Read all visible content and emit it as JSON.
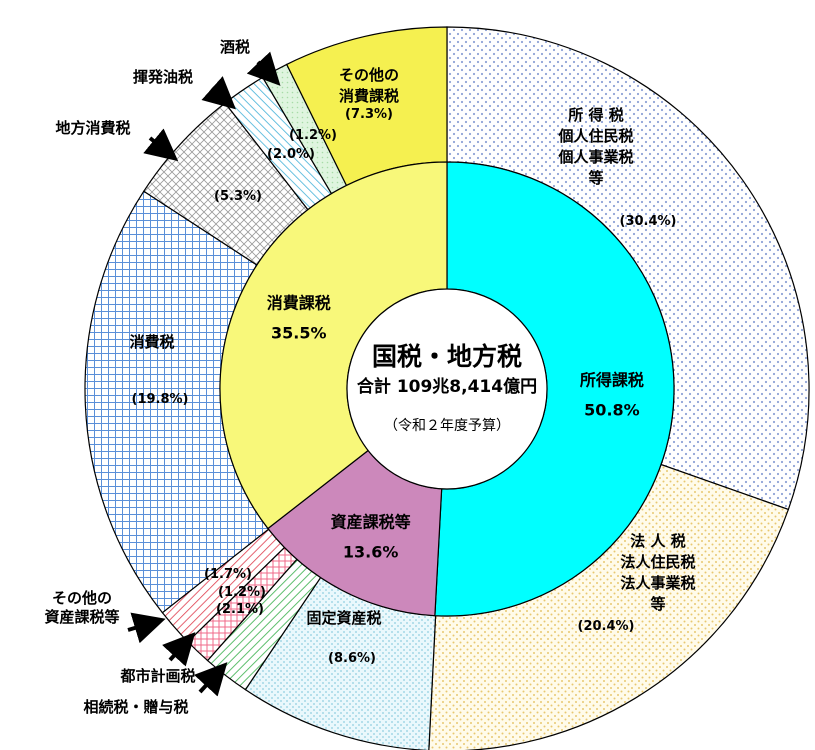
{
  "chart_data": {
    "type": "pie",
    "center": {
      "title": "国税・地方税",
      "total": "合計 109兆8,414億円",
      "note": "（令和２年度予算）"
    },
    "inner_ring": [
      {
        "name": "所得課税",
        "value": 50.8,
        "label": "50.8%",
        "color": "#00ffff"
      },
      {
        "name": "資産課税等",
        "value": 13.6,
        "label": "13.6%",
        "color": "#cc88bb"
      },
      {
        "name": "消費課税",
        "value": 35.5,
        "label": "35.5%",
        "color": "#f8f87a"
      }
    ],
    "outer_ring": [
      {
        "name": "所 得 税\n個人住民税\n個人事業税\n等",
        "value": 30.4,
        "label": "(30.4%)",
        "pattern": "dots-blue"
      },
      {
        "name": "法 人 税\n法人住民税\n法人事業税\n等",
        "value": 20.4,
        "label": "(20.4%)",
        "pattern": "dots-yellow"
      },
      {
        "name": "固定資産税",
        "value": 8.6,
        "label": "(8.6%)",
        "pattern": "dots-cyan"
      },
      {
        "name": "相続税・贈与税",
        "value": 2.1,
        "label": "(2.1%)",
        "pattern": "hatch-green"
      },
      {
        "name": "都市計画税",
        "value": 1.2,
        "label": "(1.2%)",
        "pattern": "grid-pink"
      },
      {
        "name": "その他の\n資産課税等",
        "value": 1.7,
        "label": "(1.7%)",
        "pattern": "hatch-red"
      },
      {
        "name": "消費税",
        "value": 19.8,
        "label": "(19.8%)",
        "pattern": "grid-blue"
      },
      {
        "name": "地方消費税",
        "value": 5.3,
        "label": "(5.3%)",
        "pattern": "cross-gray"
      },
      {
        "name": "揮発油税",
        "value": 2.0,
        "label": "(2.0%)",
        "pattern": "hatch-cyan"
      },
      {
        "name": "酒税",
        "value": 1.2,
        "label": "(1.2%)",
        "pattern": "light-green"
      },
      {
        "name": "その他の\n消費課税",
        "value": 7.3,
        "label": "(7.3%)",
        "pattern": "solid-yellow"
      }
    ],
    "colors": {
      "dots-blue": "#8fa3d6",
      "dots-yellow": "#f0d890",
      "dots-cyan": "#9fd6e6",
      "hatch-green": "#5fbf6f",
      "grid-pink": "#f06a8a",
      "hatch-red": "#e04050",
      "grid-blue": "#5a8fd8",
      "cross-gray": "#9a9a9a",
      "hatch-cyan": "#40b0d8",
      "light-green": "#c8ecc8",
      "solid-yellow": "#f5f050"
    }
  }
}
